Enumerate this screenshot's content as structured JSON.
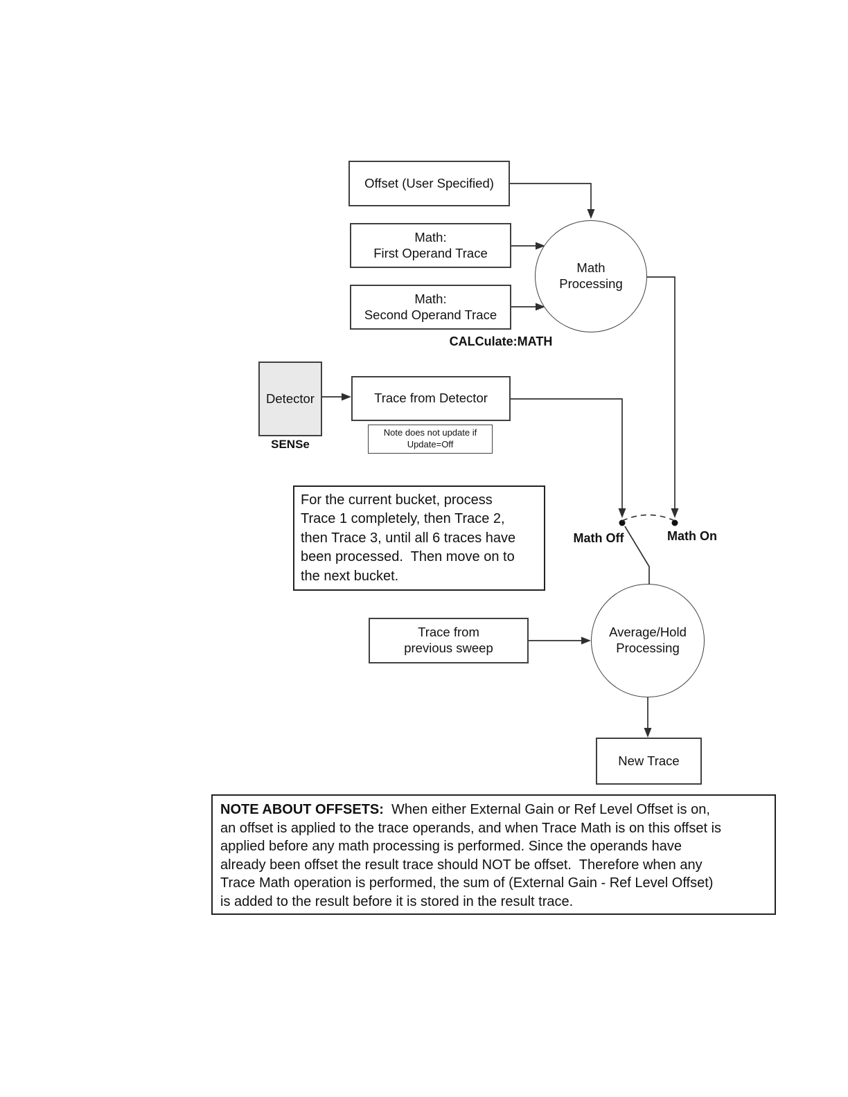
{
  "nodes": {
    "offset_box": {
      "label": "Offset (User Specified)"
    },
    "math_first_box": {
      "label": "Math:\nFirst Operand Trace"
    },
    "math_second_box": {
      "label": "Math:\nSecond Operand Trace"
    },
    "math_processing_circle": {
      "label": "Math\nProcessing"
    },
    "calculate_math_label": "CALCulate:MATH",
    "detector_box": {
      "label": "Detector"
    },
    "sense_label": "SENSe",
    "trace_from_detector_box": {
      "label": "Trace from Detector"
    },
    "update_note_box": {
      "label": "Note does not update if\nUpdate=Off"
    },
    "bucket_note_box": {
      "label": "For the current bucket, process\nTrace 1 completely, then Trace 2,\nthen Trace 3, until all 6 traces have\nbeen processed.  Then move on to\nthe next bucket."
    },
    "math_off_label": "Math Off",
    "math_on_label": "Math On",
    "prev_sweep_box": {
      "label": "Trace from\nprevious sweep"
    },
    "avg_hold_circle": {
      "label": "Average/Hold\nProcessing"
    },
    "new_trace_box": {
      "label": "New Trace"
    }
  },
  "offsets_note": {
    "title": "NOTE ABOUT OFFSETS:",
    "line1_rest": "  When either External Gain or Ref Level Offset is on,",
    "line2": "an offset is applied to the trace operands, and when Trace Math is on this offset is",
    "line3": "applied before any math processing is performed. Since the operands have",
    "line4": "already been offset the result trace should NOT be offset.  Therefore when any",
    "line5": "Trace Math operation is performed, the sum of (External Gain - Ref Level Offset)",
    "line6": "is added to the result before it is stored in the result trace."
  },
  "colors": {
    "line": "#2f2f2f",
    "box_border": "#404040",
    "detector_fill": "#e9e9e9",
    "text": "#111111",
    "background": "#ffffff"
  }
}
